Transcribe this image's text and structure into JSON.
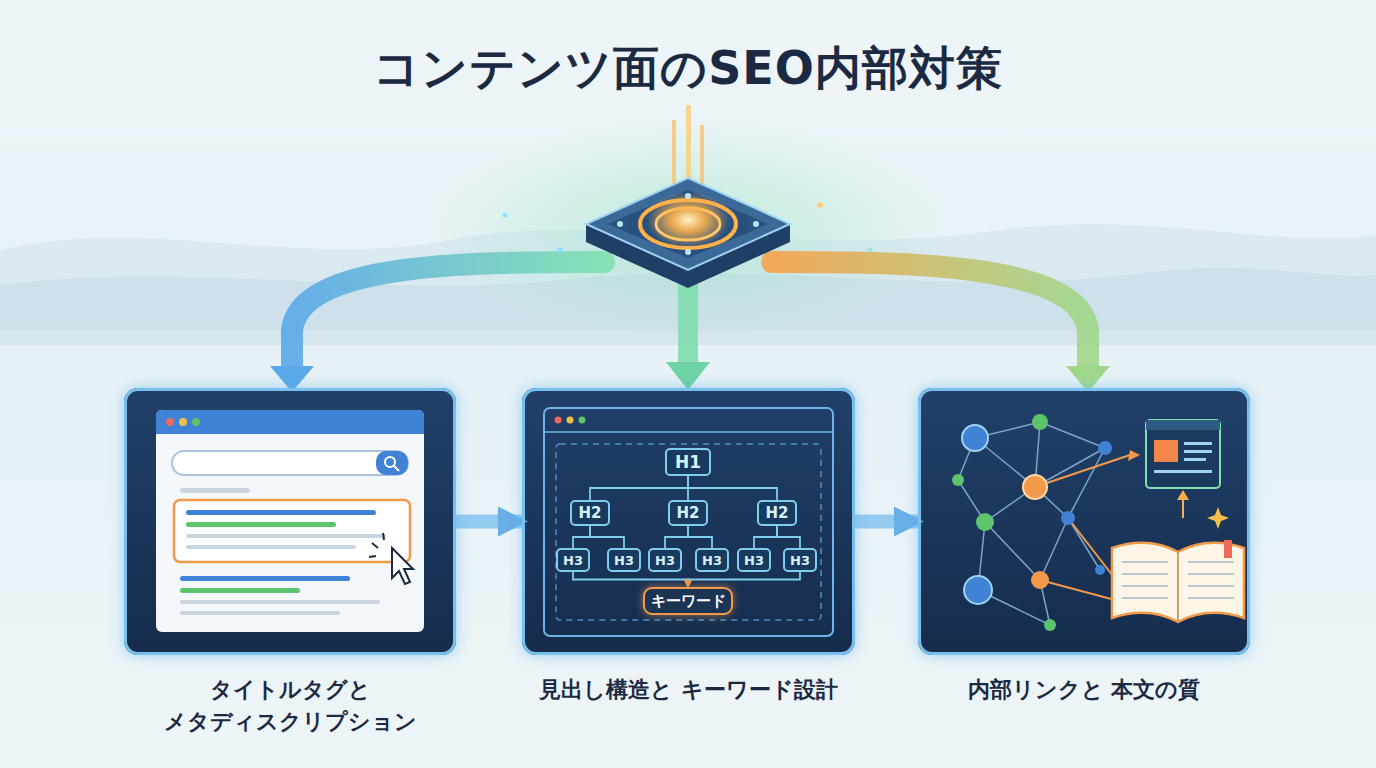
{
  "diagram": {
    "title": "コンテンツ面のSEO内部対策",
    "nodes": [
      {
        "text": [
          "タイトルタグと メタディスクリプション"
        ]
      },
      {
        "text": [
          "見出し構造と キーワード設計"
        ]
      },
      {
        "text": [
          "H1"
        ],
        "in": 1
      },
      {
        "text": [
          "H2"
        ],
        "in": 1
      },
      {
        "text": [
          "H2"
        ],
        "in": 1
      },
      {
        "text": [
          "H2"
        ],
        "in": 1
      },
      {
        "text": [
          "H3"
        ],
        "in": 1
      },
      {
        "text": [
          "H3"
        ],
        "in": 1
      },
      {
        "text": [
          "H3"
        ],
        "in": 1
      },
      {
        "text": [
          "H3"
        ],
        "in": 1
      },
      {
        "text": [
          "H3"
        ],
        "in": 1
      },
      {
        "text": [
          "H3"
        ],
        "in": 1
      },
      {
        "text": [
          "キーワード"
        ],
        "in": 1
      },
      {
        "text": [
          "内部リンクと 本文の質"
        ]
      }
    ],
    "edges": [
      {
        "from": 0,
        "to": 1,
        "arrow": "to"
      },
      {
        "from": 1,
        "to": 13,
        "arrow": "to"
      },
      {
        "from": 2,
        "to": 3,
        "arrow": "none"
      },
      {
        "from": 2,
        "to": 4,
        "arrow": "none"
      },
      {
        "from": 2,
        "to": 5,
        "arrow": "none"
      },
      {
        "from": 3,
        "to": 6,
        "arrow": "none"
      },
      {
        "from": 3,
        "to": 7,
        "arrow": "none"
      },
      {
        "from": 4,
        "to": 8,
        "arrow": "none"
      },
      {
        "from": 4,
        "to": 9,
        "arrow": "none"
      },
      {
        "from": 5,
        "to": 10,
        "arrow": "none"
      },
      {
        "from": 5,
        "to": 11,
        "arrow": "none"
      },
      {
        "from": 6,
        "to": 12,
        "arrow": "to"
      },
      {
        "from": 11,
        "to": 12,
        "arrow": "to"
      }
    ]
  }
}
